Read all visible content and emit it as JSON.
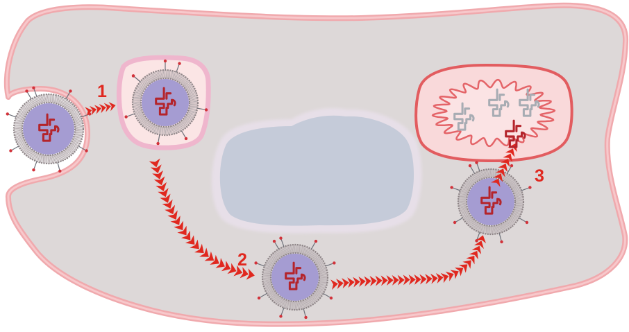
{
  "colors": {
    "cell_fill": "#ddd8d8",
    "cell_membrane": "#f0a9ad",
    "cell_membrane_inner": "#f7c8cb",
    "nucleus_fill": "#c5cbd9",
    "nucleus_rim": "#e7dfe8",
    "endosome_fill": "#fbe5e5",
    "endosome_rim": "#efb6cd",
    "mito_fill": "#f9d9da",
    "mito_outer": "#e25c5f",
    "mito_inner": "#e46468",
    "liposome_core": "#a59cd2",
    "lipid_shell": "#8d8486",
    "lipid_tail": "#b9b0b3",
    "arrow": "#e0281f",
    "label": "#e0281f",
    "cargo_red": "#b4242b",
    "cargo_grey": "#a7acb3",
    "ligand": "#6c6f78",
    "ligand_tip": "#d2323a"
  },
  "steps": [
    {
      "number": "1"
    },
    {
      "number": "2"
    },
    {
      "number": "3"
    }
  ]
}
